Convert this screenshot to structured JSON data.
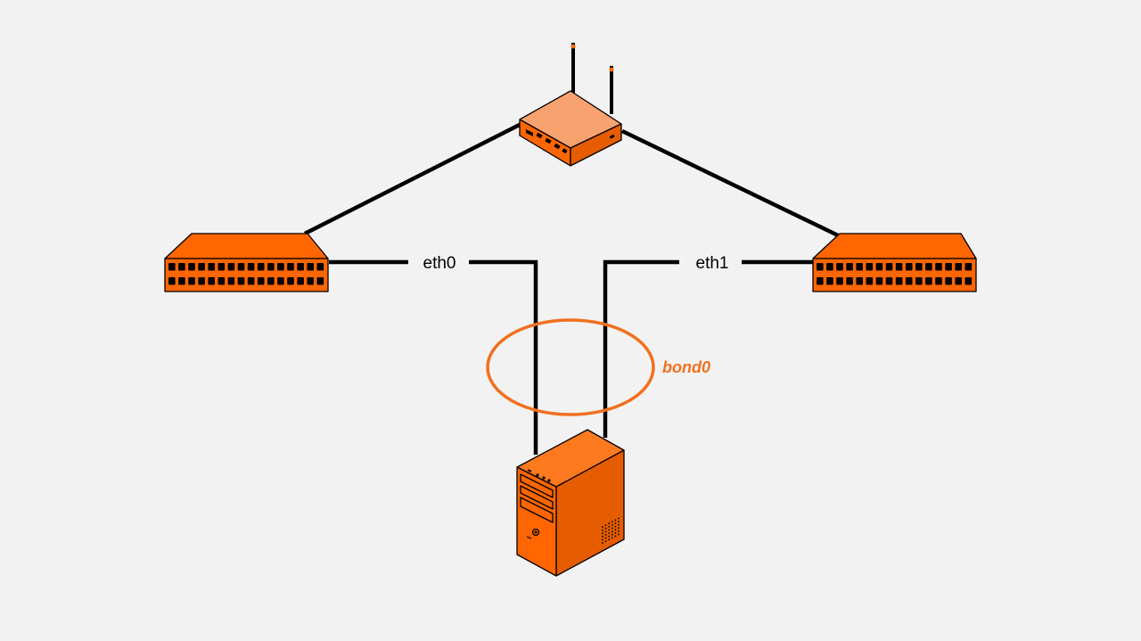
{
  "diagram": {
    "interfaces": [
      {
        "id": "eth0",
        "label": "eth0"
      },
      {
        "id": "eth1",
        "label": "eth1"
      }
    ],
    "bond": {
      "label": "bond0"
    },
    "devices": {
      "router": "router-icon",
      "left_switch": "switch-icon",
      "right_switch": "switch-icon",
      "server": "server-tower-icon"
    }
  },
  "colors": {
    "background": "#f2f2f2",
    "device_fill": "#ff6600",
    "device_light": "#f8a270",
    "device_top": "#ff944d",
    "cable": "#000000",
    "bond": "#f07020"
  }
}
